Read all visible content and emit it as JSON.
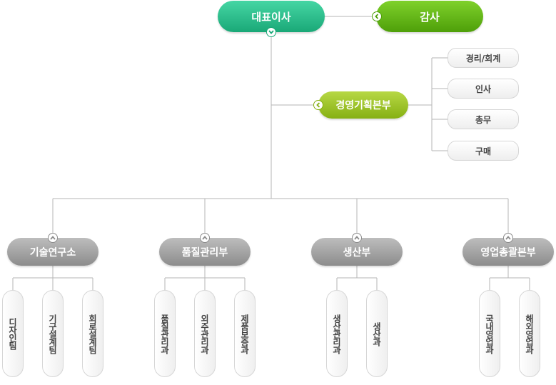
{
  "chart": {
    "ceo": "대표이사",
    "audit": "감사",
    "planning": "경영기획본부",
    "support": [
      "경리/회계",
      "인사",
      "총무",
      "구매"
    ],
    "divisions": [
      {
        "name": "기술연구소",
        "teams": [
          "디자인팀",
          "기구설계팀",
          "회로설계팀"
        ]
      },
      {
        "name": "품질관리부",
        "teams": [
          "품질관리과",
          "외주관리과",
          "제품보증과"
        ]
      },
      {
        "name": "생산부",
        "teams": [
          "생산관리과",
          "생산과"
        ]
      },
      {
        "name": "영업총괄본부",
        "teams": [
          "국내영업과",
          "해외영업과"
        ]
      }
    ]
  },
  "colors": {
    "ceo": "#22b383",
    "audit": "#5fb316",
    "planning": "#9cc22a",
    "division": "#a0a0a0",
    "line": "#b5b5b5"
  },
  "icons": {
    "ceo_badge": "chevron-down-icon",
    "audit_badge": "chevron-left-icon",
    "planning_badge": "chevron-left-icon",
    "division_badge": "chevron-up-icon"
  }
}
